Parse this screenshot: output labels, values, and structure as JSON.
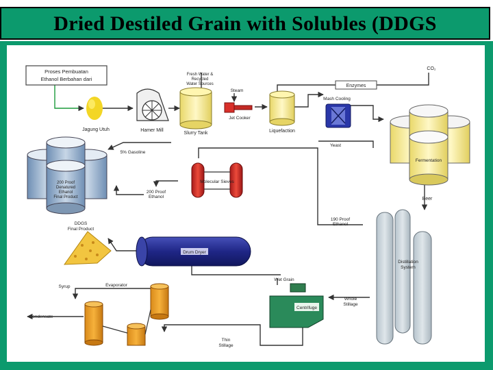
{
  "title": "Dried Destiled Grain with Solubles (DDGS",
  "labels": {
    "proses": "Proses Pembuatan",
    "proses2": "Ethanol Berbahan dari",
    "jagung": "Jagung Utuh",
    "hammer": "Hamer Mill",
    "freshwater": "Fresh Water &",
    "freshwater2": "Recycled",
    "freshwater3": "Water Sources",
    "slurry": "Slurry Tank",
    "steam": "Steam",
    "jetcooker": "Jet Cooker",
    "liquefaction": "Liquefaction",
    "enzymes": "Enzymes",
    "mash": "Mash Cooling",
    "co2": "CO₂",
    "yeast": "Yeast",
    "fermentation": "Fermentation",
    "gasoline": "5% Gasoline",
    "proof200_1": "200 Proof",
    "proof200_2": "Denatured",
    "proof200_3": "Ethanol",
    "proof200_4": "Final Product",
    "proof200e_1": "200 Proof",
    "proof200e_2": "Ethanol",
    "sieves": "Molecular Sieves",
    "beer": "Beer",
    "proof190_1": "190 Proof",
    "proof190_2": "Ethanol",
    "ddgs1": "DDGS",
    "ddgs2": "Final Product",
    "drumdryer": "Drum Dryer",
    "distillation1": "Distillation",
    "distillation2": "System",
    "syrup": "Syrup",
    "evaporator": "Evaporator",
    "wetgrain": "Wet Grain",
    "centrifuge": "Centrifuge",
    "whole1": "Whole",
    "whole2": "Stillage",
    "condensate": "Condensate",
    "thin1": "Thin",
    "thin2": "Stillage"
  }
}
